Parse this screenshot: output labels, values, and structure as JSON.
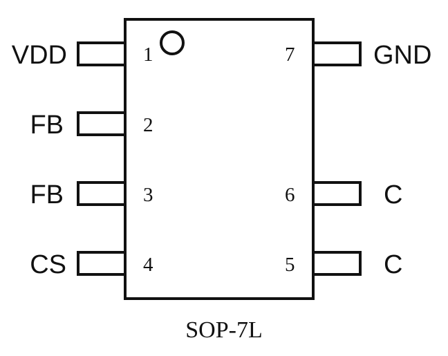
{
  "package": {
    "name": "SOP-7L"
  },
  "pins": [
    {
      "number": "1",
      "label": "VDD"
    },
    {
      "number": "2",
      "label": "FB"
    },
    {
      "number": "3",
      "label": "FB"
    },
    {
      "number": "4",
      "label": "CS"
    },
    {
      "number": "5",
      "label": "C"
    },
    {
      "number": "6",
      "label": "C"
    },
    {
      "number": "7",
      "label": "GND"
    }
  ]
}
